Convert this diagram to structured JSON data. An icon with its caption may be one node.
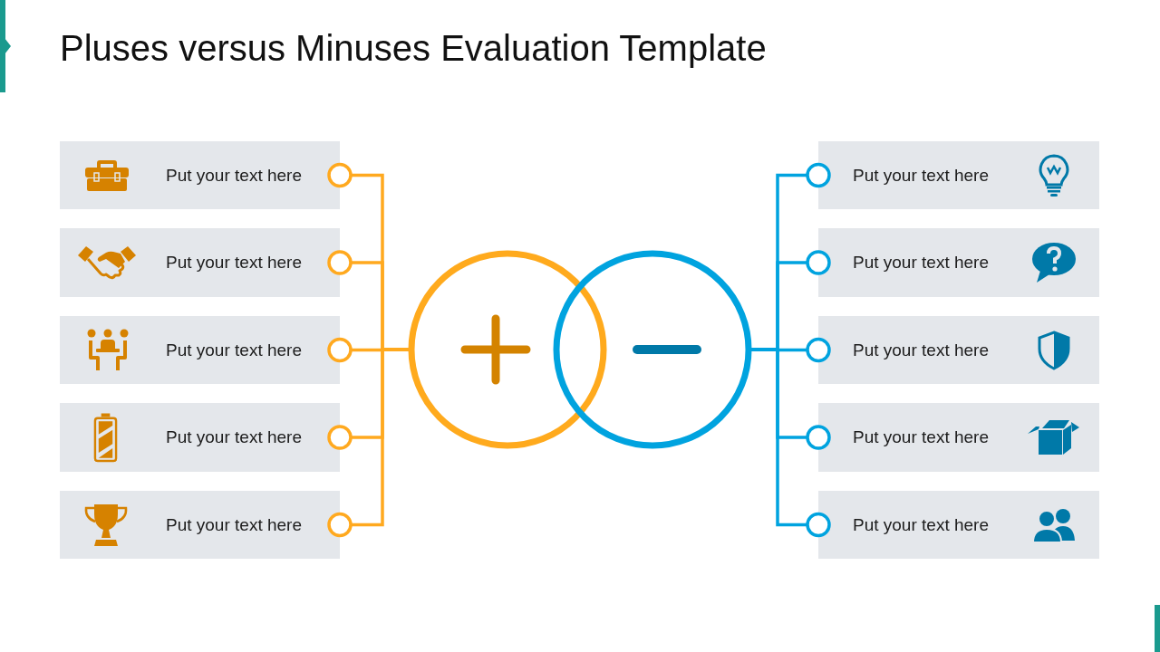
{
  "diagram": {
    "title": "Pluses versus Minuses Evaluation Template",
    "nodes": [
      {
        "text": [
          "Put your text here"
        ]
      },
      {
        "text": [
          "Put your text here"
        ]
      },
      {
        "text": [
          "Put your text here"
        ]
      },
      {
        "text": [
          "Put your text here"
        ]
      },
      {
        "text": [
          "Put your text here"
        ]
      },
      {
        "text": [],
        "shape": "circle"
      },
      {
        "text": [],
        "shape": "circle"
      },
      {
        "text": [
          "Put your text here"
        ]
      },
      {
        "text": [
          "Put your text here"
        ]
      },
      {
        "text": [
          "Put your text here"
        ]
      },
      {
        "text": [
          "Put your text here"
        ]
      },
      {
        "text": [
          "Put your text here"
        ]
      }
    ],
    "edges": [
      {
        "from": 0,
        "to": 5,
        "arrow": "other",
        "color": "#ffa91f"
      },
      {
        "from": 1,
        "to": 5,
        "arrow": "other",
        "color": "#ffa91f"
      },
      {
        "from": 2,
        "to": 5,
        "arrow": "other",
        "color": "#ffa91f"
      },
      {
        "from": 3,
        "to": 5,
        "arrow": "other",
        "color": "#ffa91f"
      },
      {
        "from": 4,
        "to": 5,
        "arrow": "other",
        "color": "#ffa91f"
      },
      {
        "from": 7,
        "to": 6,
        "arrow": "other",
        "color": "#00a3df"
      },
      {
        "from": 8,
        "to": 6,
        "arrow": "other",
        "color": "#00a3df"
      },
      {
        "from": 9,
        "to": 6,
        "arrow": "other",
        "color": "#00a3df"
      },
      {
        "from": 10,
        "to": 6,
        "arrow": "other",
        "color": "#00a3df"
      },
      {
        "from": 11,
        "to": 6,
        "arrow": "other",
        "color": "#00a3df"
      }
    ]
  }
}
